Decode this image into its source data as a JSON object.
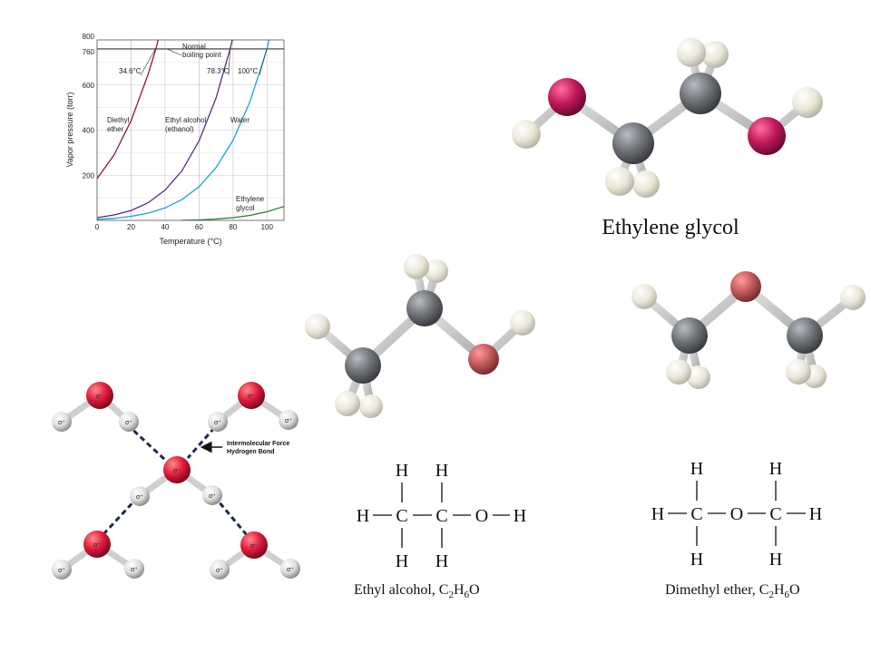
{
  "chart_data": {
    "type": "line",
    "title": "",
    "xlabel": "Temperature (°C)",
    "ylabel": "Vapor pressure (torr)",
    "xlim": [
      0,
      110
    ],
    "ylim": [
      0,
      800
    ],
    "x_ticks": [
      "0",
      "20",
      "40",
      "60",
      "80",
      "100"
    ],
    "y_ticks": [
      "200",
      "400",
      "600",
      "760",
      "800"
    ],
    "grid": true,
    "series": [
      {
        "name": "Diethyl ether",
        "label_lines": [
          "Diethyl",
          "ether"
        ],
        "color": "#8b1a2e",
        "x": [
          0,
          10,
          20,
          30,
          34.6,
          40
        ],
        "y": [
          185,
          290,
          442,
          647,
          760,
          921
        ]
      },
      {
        "name": "Ethyl alcohol (ethanol)",
        "label_lines": [
          "Ethyl alcohol",
          "(ethanol)"
        ],
        "color": "#5a2a7a",
        "x": [
          0,
          10,
          20,
          30,
          40,
          50,
          60,
          70,
          78.3,
          85
        ],
        "y": [
          12,
          24,
          44,
          78,
          134,
          220,
          352,
          542,
          760,
          968
        ]
      },
      {
        "name": "Water",
        "label_lines": [
          "Water"
        ],
        "color": "#1aa3d1",
        "x": [
          0,
          10,
          20,
          30,
          40,
          50,
          60,
          70,
          80,
          90,
          100,
          110
        ],
        "y": [
          5,
          9,
          18,
          32,
          55,
          93,
          149,
          234,
          355,
          526,
          760,
          1075
        ]
      },
      {
        "name": "Ethylene glycol",
        "label_lines": [
          "Ethylene",
          "glycol"
        ],
        "color": "#2e7d32",
        "x": [
          50,
          60,
          70,
          80,
          90,
          100,
          110
        ],
        "y": [
          0.5,
          2,
          6,
          12,
          22,
          38,
          62
        ]
      }
    ],
    "reference_line": {
      "y": 760,
      "label_lines": [
        "Normal",
        "boiling point"
      ]
    },
    "boiling_point_labels": [
      {
        "text": "34.6°C",
        "x": 34.6
      },
      {
        "text": "78.3°C",
        "x": 78.3
      },
      {
        "text": "100°C",
        "x": 100
      }
    ]
  },
  "molecules": {
    "ethylene_glycol_label": "Ethylene glycol",
    "hydrogen_bond_label_1": "Intermolecular Force",
    "hydrogen_bond_label_2": "Hydrogen Bond",
    "charge_negative": "σ⁻",
    "charge_positive": "σ⁺"
  },
  "structures": {
    "ethanol": {
      "top_h": [
        "H",
        "H"
      ],
      "chain": [
        "H",
        "C",
        "C",
        "O",
        "H"
      ],
      "bottom_h": [
        "H",
        "H"
      ],
      "caption_main": "Ethyl alcohol, C",
      "caption_sub1": "2",
      "caption_mid": "H",
      "caption_sub2": "6",
      "caption_end": "O"
    },
    "dimethyl_ether": {
      "top_h": [
        "H",
        "H"
      ],
      "chain": [
        "H",
        "C",
        "O",
        "C",
        "H"
      ],
      "bottom_h": [
        "H",
        "H"
      ],
      "caption_main": "Dimethyl ether, C",
      "caption_sub1": "2",
      "caption_mid": "H",
      "caption_sub2": "6",
      "caption_end": "O"
    }
  },
  "colors": {
    "oxygen_glycol": "#c2185b",
    "oxygen_muted": "#c25a5a",
    "oxygen_water": "#e01b3c",
    "carbon": "#707378",
    "hydrogen": "#ecebdf",
    "bond": "#c9c9c9"
  }
}
